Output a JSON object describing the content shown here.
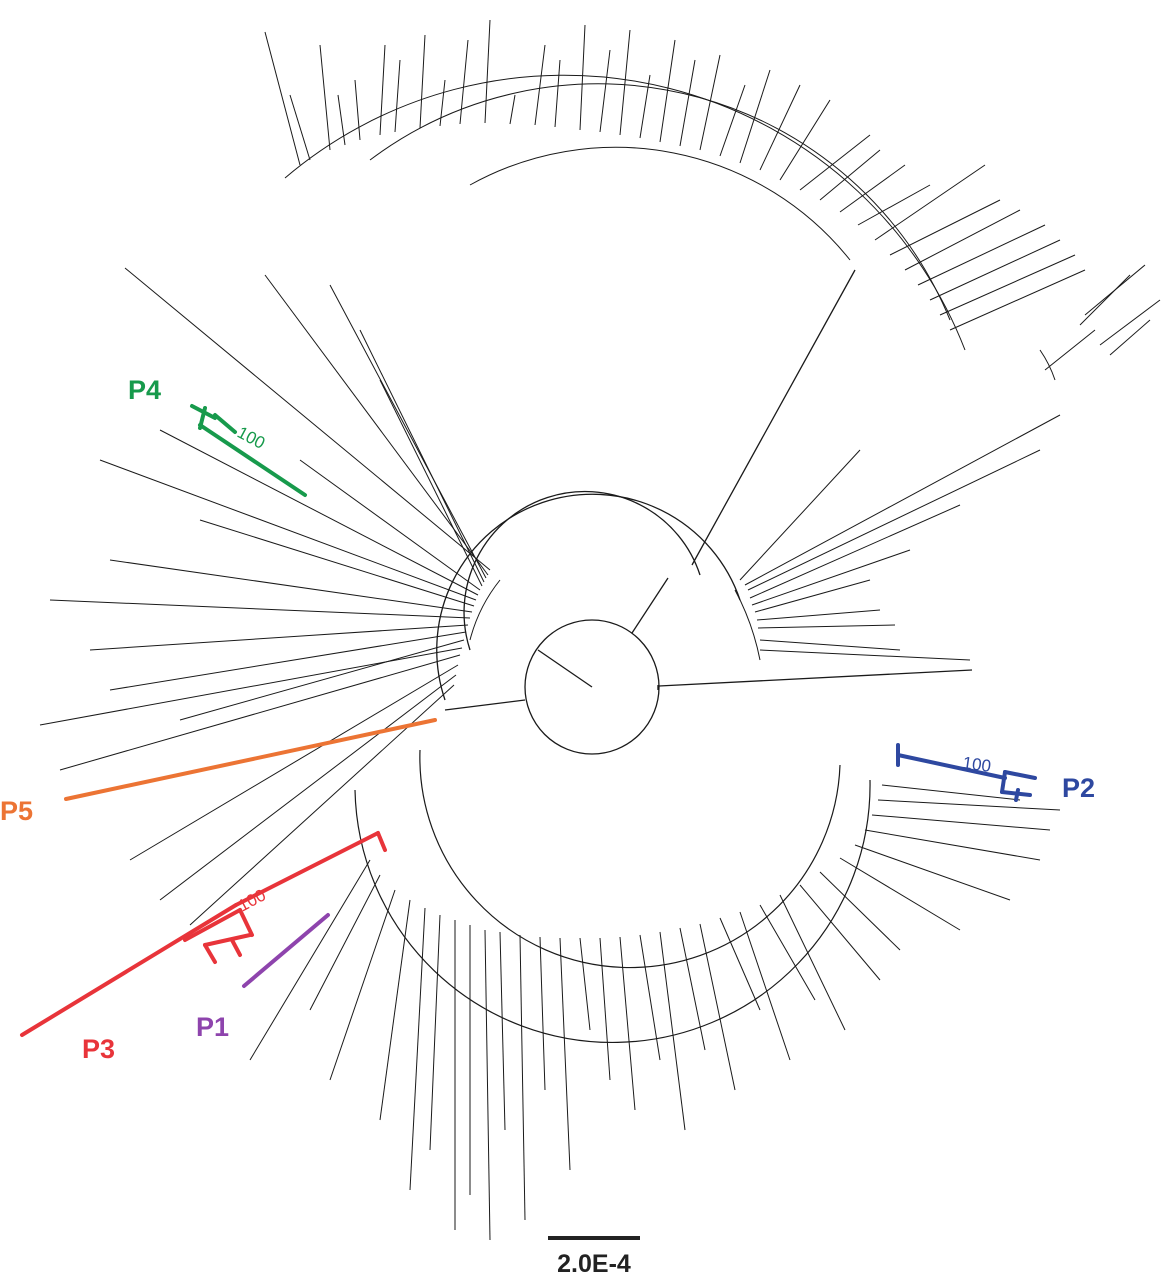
{
  "colors": {
    "background": "#ffffff",
    "branch": "#1a1a1a",
    "P1": "#8e44ad",
    "P2": "#2e48a0",
    "P3": "#e8343a",
    "P4": "#179a4c",
    "P5": "#ec7434"
  },
  "clades": [
    {
      "id": "P4",
      "label": "P4",
      "bootstrap": "100"
    },
    {
      "id": "P2",
      "label": "P2",
      "bootstrap": "100"
    },
    {
      "id": "P5",
      "label": "P5",
      "bootstrap": ""
    },
    {
      "id": "P3",
      "label": "P3",
      "bootstrap": "100"
    },
    {
      "id": "P1",
      "label": "P1",
      "bootstrap": ""
    }
  ],
  "scale_bar": {
    "label": "2.0E-4"
  }
}
